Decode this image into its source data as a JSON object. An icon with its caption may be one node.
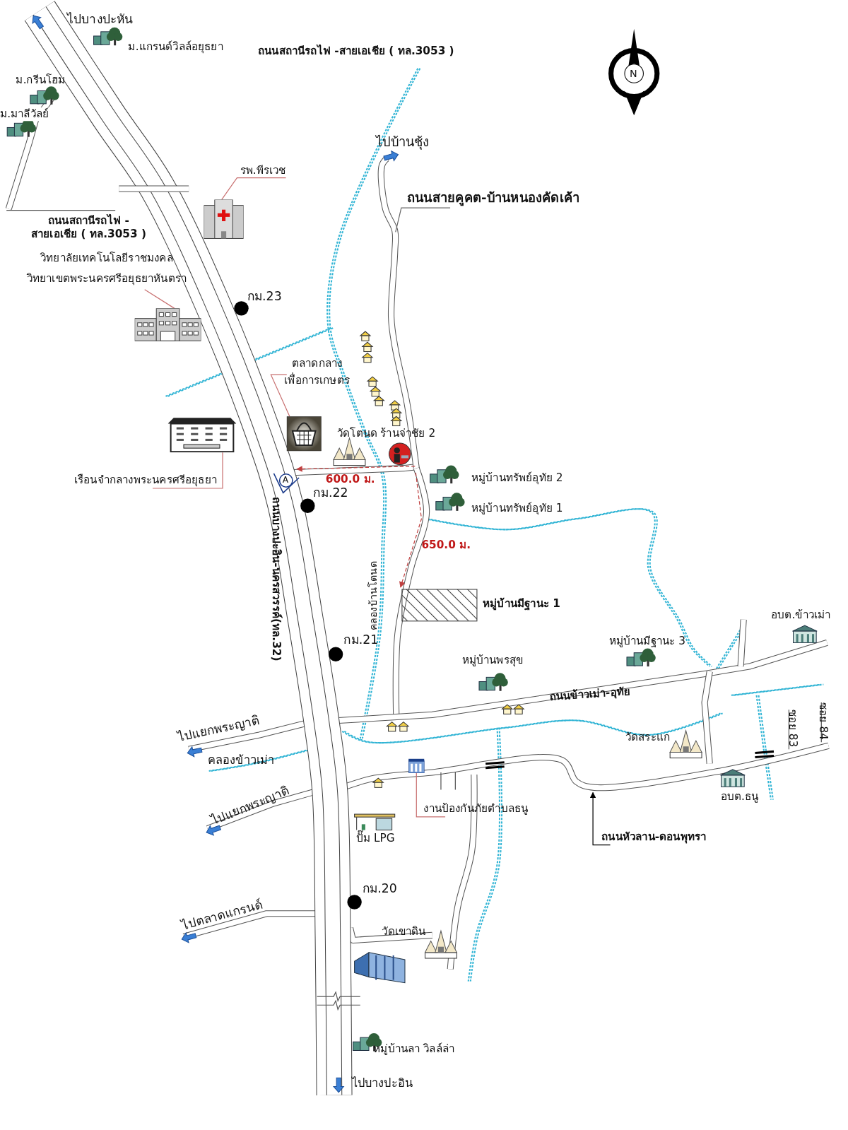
{
  "diagram": {
    "nodes": [
      {
        "text": [
          "รพ.พีรเวช"
        ]
      },
      {
        "text": [],
        "shape": "picture"
      },
      {
        "text": [
          "วิทยาลัยเทคโนโลยีราชมงคล วิทยาเขตพระนครศรีอยุธยาหันตรา"
        ]
      },
      {
        "text": [],
        "shape": "picture"
      },
      {
        "text": [
          "ตลาดกลาง เพื่อการเกษตร"
        ]
      },
      {
        "text": [],
        "shape": "picture"
      },
      {
        "text": [],
        "shape": "picture"
      },
      {
        "text": [
          "เรือนจำกลางพระนครศรีอยุธยา"
        ]
      },
      {
        "text": [
          "ถนนสายคูคต-บ้านหนองคัดเค้า"
        ]
      },
      {
        "text": [],
        "shape": "picture"
      },
      {
        "text": [
          "งานป้องกันภัยตำบลธนู"
        ]
      },
      {
        "text": [
          "ถนนหัวลาน-ดอนพุทรา"
        ]
      }
    ],
    "edges": [
      {
        "from": 0,
        "to": 1,
        "arrow": "none"
      },
      {
        "from": 2,
        "to": 3,
        "arrow": "none"
      },
      {
        "from": 4,
        "to": 5,
        "arrow": "none"
      },
      {
        "from": 7,
        "to": 6,
        "arrow": "none"
      },
      {
        "from": 8,
        "to": null,
        "arrow": "none",
        "color": "#666666"
      },
      {
        "from": 10,
        "to": 9,
        "arrow": "none"
      },
      {
        "from": 11,
        "to": null,
        "arrow": "to",
        "color": "#000000"
      }
    ],
    "labels": [
      "ไปบางปะหัน",
      "ม.แกรนด์วิลล์อยุธยา",
      "ถนนสถานีรถไฟ -สายเอเชีย ( ทล.3053 )",
      "N",
      "ม.กรีนโฮม",
      "ม.มาลีวัลย์",
      "ไปบ้านชุ้ง",
      "ถนนสถานีรถไฟ - สายเอเชีย ( ทล.3053 )",
      "กม.23",
      "วัดโตนด",
      "ร้านจ่าชัย 2",
      "600.0 ม.",
      "หมู่บ้านทรัพย์อุทัย 2",
      "A",
      "กม.22",
      "ถนนบางปะอิน-นครสวรรค์(ทล.32)",
      "หมู่บ้านทรัพย์อุทัย 1",
      "650.0 ม.",
      "คลองบ้านโตนด",
      "หมู่บ้านมีฐานะ 1",
      "อบต.ข้าวเม่า",
      "กม.21",
      "หมู่บ้านมีฐานะ 3",
      "หมู่บ้านพรสุข",
      "ถนนข้าวเม่า-อุทัย",
      "ซอย 84",
      "ซอย 83",
      "ไปแยกพระญาติ",
      "วัดสระแก",
      "คลองข้าวเม่า",
      "ไปแยกพระญาติ",
      "อบต.ธนู",
      "ปั๊ม LPG",
      "กม.20",
      "ไปตลาดแกรนด์",
      "วัดเขาดิน",
      "หมู่บ้านลา วิลล์ล่า",
      "ไปบางปะอิน"
    ]
  }
}
